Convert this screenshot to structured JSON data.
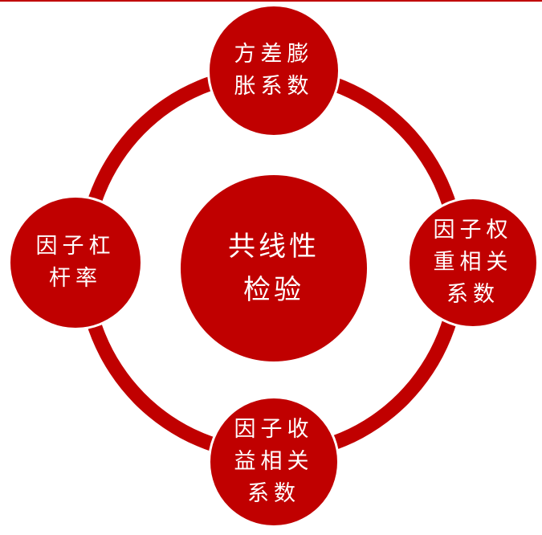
{
  "diagram": {
    "center": [
      "共线性",
      "检验"
    ],
    "top": [
      "方差膨",
      "胀系数"
    ],
    "left": [
      "因子杠",
      "杆率"
    ],
    "right": [
      "因子权",
      "重相关",
      "系数"
    ],
    "bottom": [
      "因子收",
      "益相关",
      "系数"
    ]
  },
  "colors": {
    "accent": "#c00000",
    "text": "#ffffff",
    "background": "#ffffff"
  }
}
